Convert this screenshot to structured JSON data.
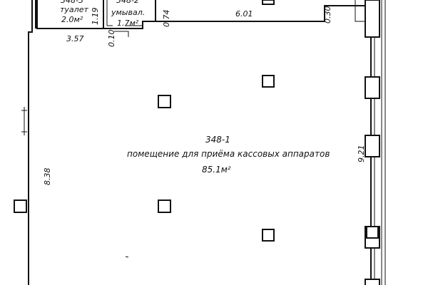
{
  "plan": {
    "rooms": {
      "toilet": {
        "number": "348-3",
        "name": "туалет",
        "area": "2.0м²"
      },
      "washroom": {
        "number": "348-2",
        "name": "умывал.",
        "area": "1.7м²"
      },
      "main": {
        "number": "348-1",
        "name": "помещение для приёма кассовых аппаратов",
        "area": "85.1м²"
      }
    },
    "dimensions": {
      "top_width": "6.01",
      "top_right": "0.30",
      "washroom_side": "0.74",
      "toilet_width": "3.57",
      "toilet_side": "1.19",
      "partition": "0.10",
      "left_height": "8.38",
      "right_height": "9.21"
    }
  }
}
